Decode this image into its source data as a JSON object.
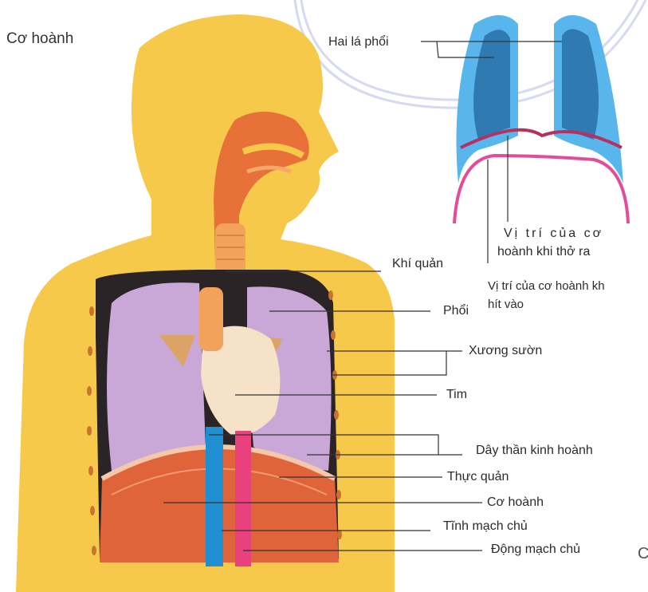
{
  "title": "Cơ hoành",
  "labels": {
    "lungs_pair": "Hai lá phổi",
    "diaphragm_exhale_line1": "Vị trí của cơ",
    "diaphragm_exhale_line2": "hoành khi thở ra",
    "diaphragm_inhale_line1": "Vị trí của cơ hoành kh",
    "diaphragm_inhale_line2": "hít vào",
    "trachea": "Khí quản",
    "lung": "Phổi",
    "ribs": "Xương sườn",
    "heart": "Tim",
    "phrenic_nerve": "Dây thần kinh hoành",
    "esophagus": "Thực quản",
    "diaphragm": "Cơ hoành",
    "vena_cava": "Tĩnh mạch chủ",
    "aorta": "Động mạch chủ"
  },
  "colors": {
    "skin": "#f7c94a",
    "lung": "#c9a8d8",
    "lung_blue": "#59b6ec",
    "heart": "#f6e2c6",
    "muscle": "#e56a3a",
    "vein": "#1f8fd1",
    "artery": "#e8417d",
    "diaphragm_line": "#e24d9a"
  }
}
